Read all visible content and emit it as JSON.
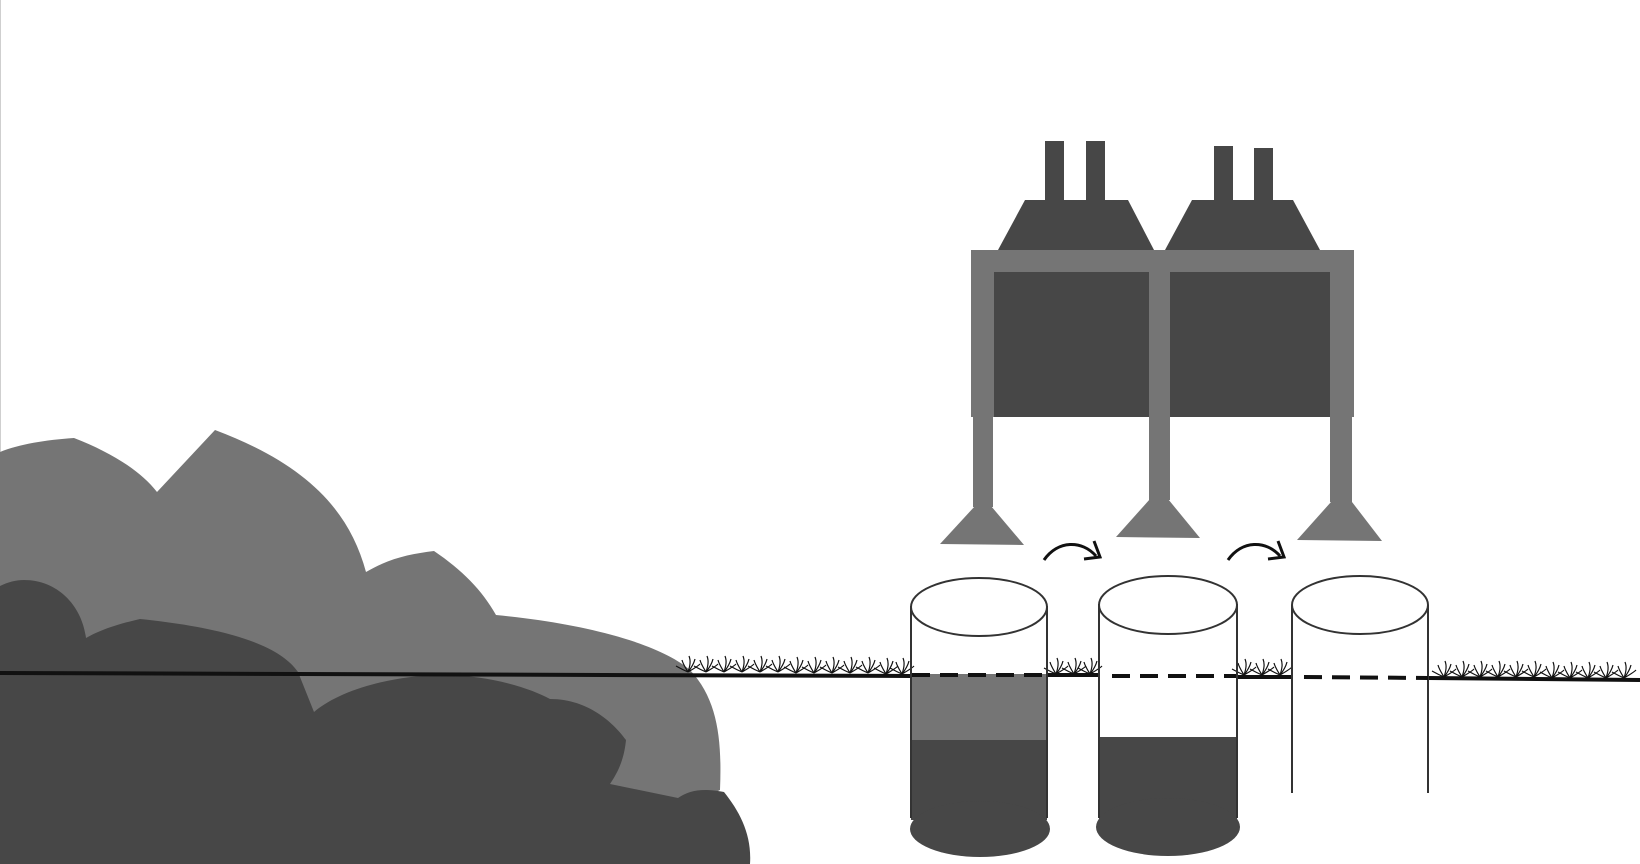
{
  "diagram": {
    "colors": {
      "background": "#ffffff",
      "light_gray": "#757575",
      "dark_gray": "#474747",
      "line": "#111111",
      "cylinder_stroke": "#333333"
    },
    "machine": {
      "hoppers": 2,
      "stacks_per_hopper": 2,
      "legs": 3
    },
    "cylinders": [
      {
        "id": "cylinder-1",
        "light_fill": 0.45,
        "dark_fill": 0.55,
        "bottom_cap": true
      },
      {
        "id": "cylinder-2",
        "light_fill": 0.0,
        "dark_fill": 0.57,
        "bottom_cap": true
      },
      {
        "id": "cylinder-3",
        "light_fill": 0.0,
        "dark_fill": 0.0,
        "bottom_cap": false
      }
    ],
    "arrows": [
      {
        "from": "cylinder-1",
        "to": "cylinder-2",
        "direction": "clockwise"
      },
      {
        "from": "cylinder-2",
        "to": "cylinder-3",
        "direction": "clockwise"
      }
    ],
    "ground": {
      "line_style": "solid",
      "inside_cylinders": "dashed",
      "grass": true
    },
    "rubble_pile": {
      "layers": 2
    }
  }
}
